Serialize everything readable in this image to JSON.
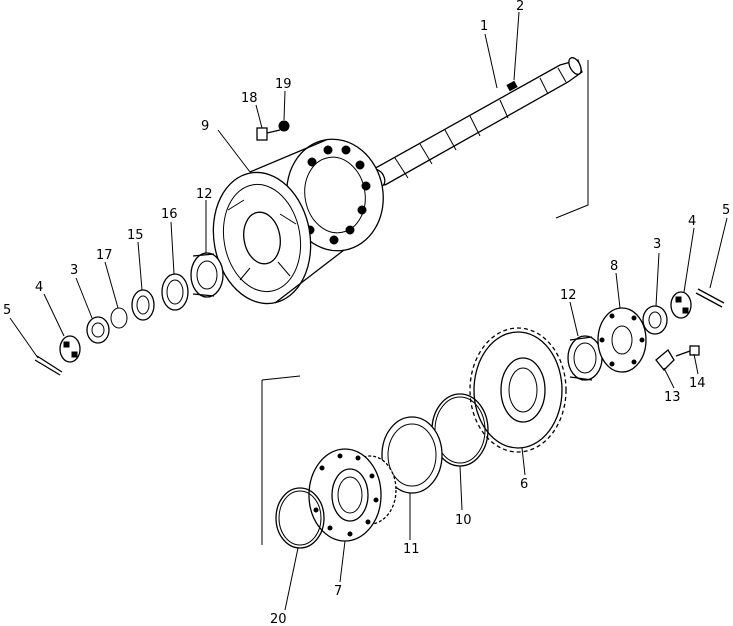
{
  "labels": {
    "p1": "1",
    "p2": "2",
    "p3a": "3",
    "p3b": "3",
    "p4a": "4",
    "p4b": "4",
    "p5a": "5",
    "p5b": "5",
    "p6": "6",
    "p7": "7",
    "p8": "8",
    "p9": "9",
    "p10": "10",
    "p11": "11",
    "p12a": "12",
    "p12b": "12",
    "p13": "13",
    "p14": "14",
    "p15": "15",
    "p16": "16",
    "p17": "17",
    "p18": "18",
    "p19": "19",
    "p20": "20"
  }
}
